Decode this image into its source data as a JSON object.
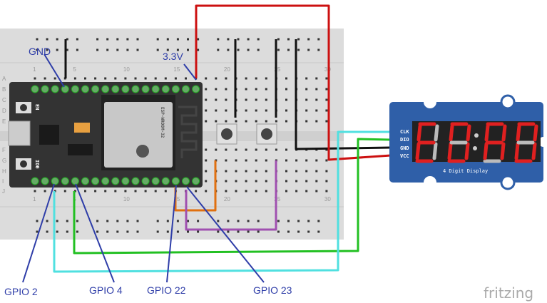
{
  "labels": {
    "gnd": "GND",
    "v33": "3.3V",
    "gpio2": "GPIO 2",
    "gpio4": "GPIO 4",
    "gpio22": "GPIO 22",
    "gpio23": "GPIO 23"
  },
  "breadboard": {
    "column_numbers": [
      "1",
      "5",
      "10",
      "15",
      "20",
      "25",
      "30"
    ],
    "row_letters": [
      "A",
      "B",
      "C",
      "D",
      "E",
      "F",
      "G",
      "H",
      "I",
      "J"
    ]
  },
  "esp32": {
    "module_label": "ESP-WROOM-32",
    "en_label": "EN",
    "io0_label": "IO0"
  },
  "display": {
    "pins": [
      "CLK",
      "DIO",
      "GND",
      "VCC"
    ],
    "caption": "4 Digit Display",
    "digit_color": "#e02020"
  },
  "wire_colors": {
    "red": "#cc1010",
    "black": "#111111",
    "green": "#22c022",
    "cyan": "#50e0e0",
    "orange": "#e07010",
    "purple": "#a050b0",
    "label_line": "#2e3da8"
  },
  "watermark": "fritzing"
}
